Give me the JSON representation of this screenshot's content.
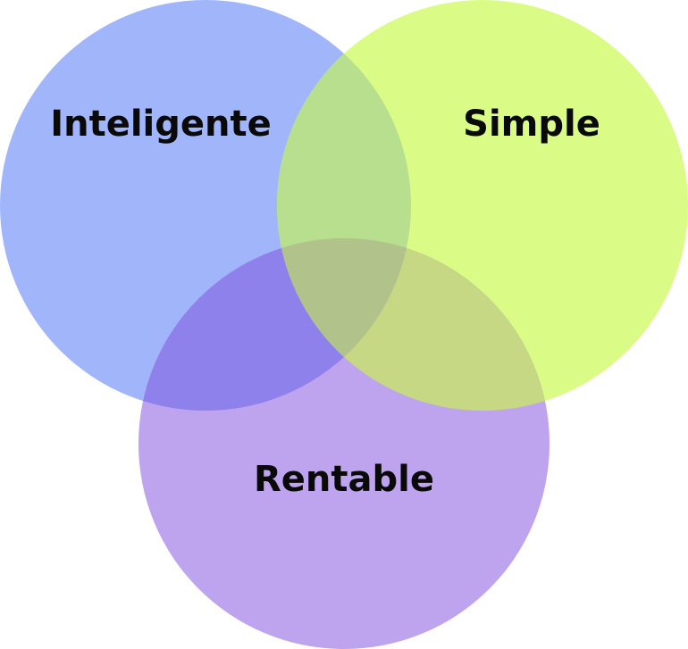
{
  "diagram": {
    "type": "venn",
    "sets": [
      {
        "id": "inteligente",
        "label": "Inteligente",
        "color": "#a1b5fb"
      },
      {
        "id": "simple",
        "label": "Simple",
        "color": "#dafc87"
      },
      {
        "id": "rentable",
        "label": "Rentable",
        "color": "#bea3ef"
      }
    ],
    "overlap_colors": {
      "inteligente_simple": "#b8df8e",
      "inteligente_rentable": "#8f81ec",
      "simple_rentable": "#c6d883",
      "all": "#b1c28a"
    }
  }
}
